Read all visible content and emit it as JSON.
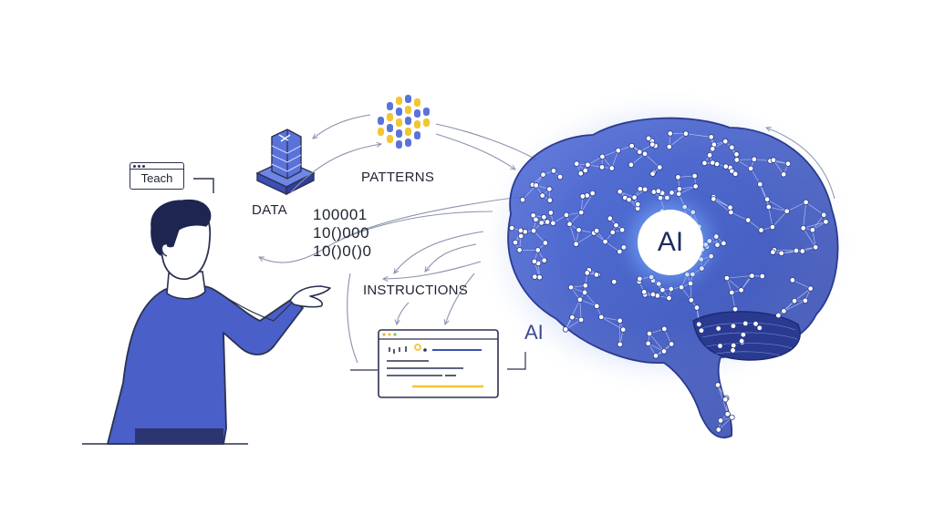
{
  "labels": {
    "teach": "Teach",
    "data": "DATA",
    "patterns": "PATTERNS",
    "instructions": "INSTRUCTIONS",
    "ai_center": "AI",
    "ai_small": "AI"
  },
  "binary_lines": [
    "100001",
    "10()000",
    "10()0()0"
  ],
  "icons": {
    "server": "server-stack-icon",
    "patterns": "colored-dot-grid-icon",
    "document": "instruction-window-icon",
    "brain": "neural-network-brain-icon",
    "person": "teacher-person-icon"
  },
  "colors": {
    "brain_blue": "#3f5bd1",
    "brain_glow": "#7fb2ff",
    "person_blue": "#4a5fc8",
    "accent_yellow": "#f3c531",
    "line_dark": "#2b3150",
    "arrow_gray": "#8a92ad"
  }
}
